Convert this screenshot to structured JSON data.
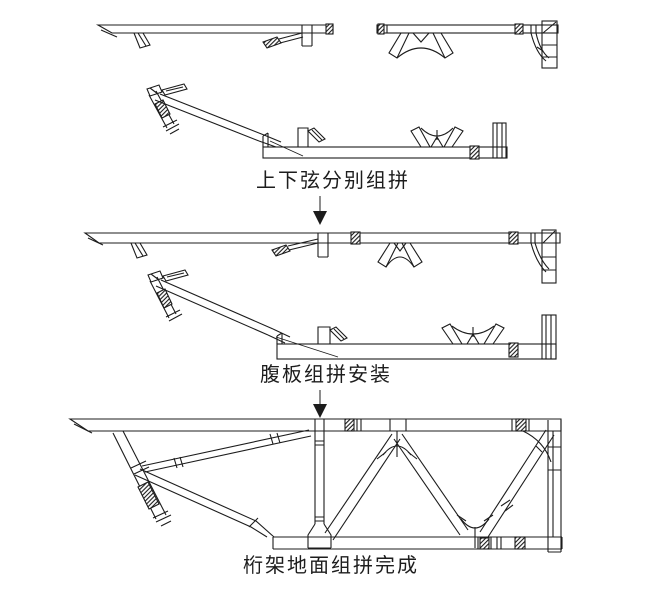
{
  "diagram": {
    "type": "truss-assembly-sequence",
    "background_color": "#ffffff",
    "line_color": "#1c1c1c",
    "steps": [
      {
        "id": 1,
        "caption": "上下弦分别组拼"
      },
      {
        "id": 2,
        "caption": "腹板组拼安装"
      },
      {
        "id": 3,
        "caption": "桁架地面组拼完成"
      }
    ],
    "arrows": [
      {
        "name": "flow-arrow-1",
        "direction": "down"
      },
      {
        "name": "flow-arrow-2",
        "direction": "down"
      }
    ]
  }
}
